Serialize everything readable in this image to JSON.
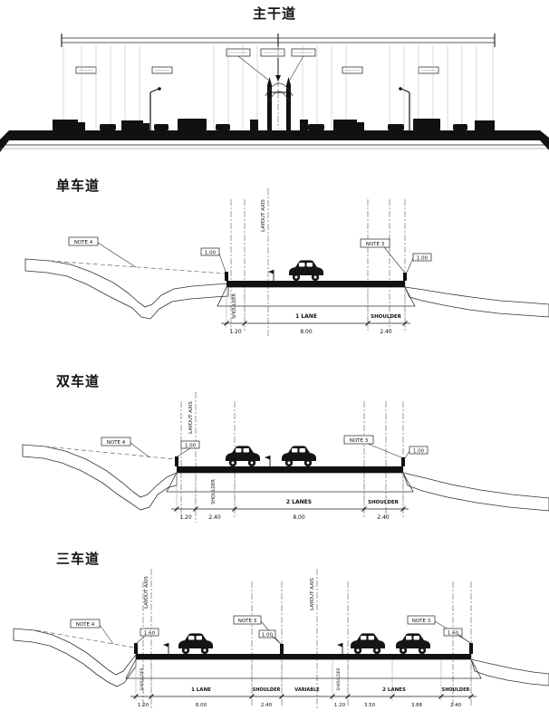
{
  "drawing": {
    "ink": "#111111",
    "paper": "#ffffff"
  },
  "sections": {
    "main_road": {
      "title": "主干道"
    },
    "single_lane": {
      "title": "单车道",
      "note_left": "NOTE 4",
      "note_right": "NOTE 3",
      "axis_label": "LAYOUT AXIS",
      "height_left": "1.00",
      "height_right": "1.00",
      "labels": {
        "shoulder_left": "SHOULDER",
        "lane": "1 LANE",
        "shoulder_right": "SHOULDER"
      },
      "dims": {
        "shoulder_left": "1.20",
        "lane": "8.00",
        "shoulder_right": "2.40"
      }
    },
    "double_lane": {
      "title": "双车道",
      "note_left": "NOTE 4",
      "note_right": "NOTE 3",
      "axis_label": "LAYOUT AXIS",
      "height_left": "1.00",
      "height_right": "1.00",
      "labels": {
        "shoulder_left": "SHOULDER",
        "lanes": "2 LANES",
        "shoulder_right": "SHOULDER"
      },
      "dims": {
        "edge": "1.20",
        "shoulder_left": "2.40",
        "lanes": "8.00",
        "shoulder_right": "2.40"
      }
    },
    "triple_lane": {
      "title": "三车道",
      "note_left": "NOTE 4",
      "note_mid": "NOTE 3",
      "note_right": "NOTE 3",
      "axis_label_left": "LAYOUT AXIS",
      "axis_label_right": "LAYOUT AXIS",
      "height_left": "1.60",
      "height_mid": "1.00",
      "height_right": "1.60",
      "labels": {
        "shoulder1": "SHOULDER",
        "lane": "1 LANE",
        "shoulder2": "SHOULDER",
        "variable": "VARIABLE",
        "shoulder3": "SHOULDER",
        "lanes": "2 LANES",
        "shoulder4": "SHOULDER"
      },
      "dims": {
        "d1": "1.20",
        "d2": "8.00",
        "d3": "2.40",
        "d4": "1.20",
        "d5": "3.50",
        "d6": "3.88",
        "d7": "2.40"
      }
    }
  }
}
